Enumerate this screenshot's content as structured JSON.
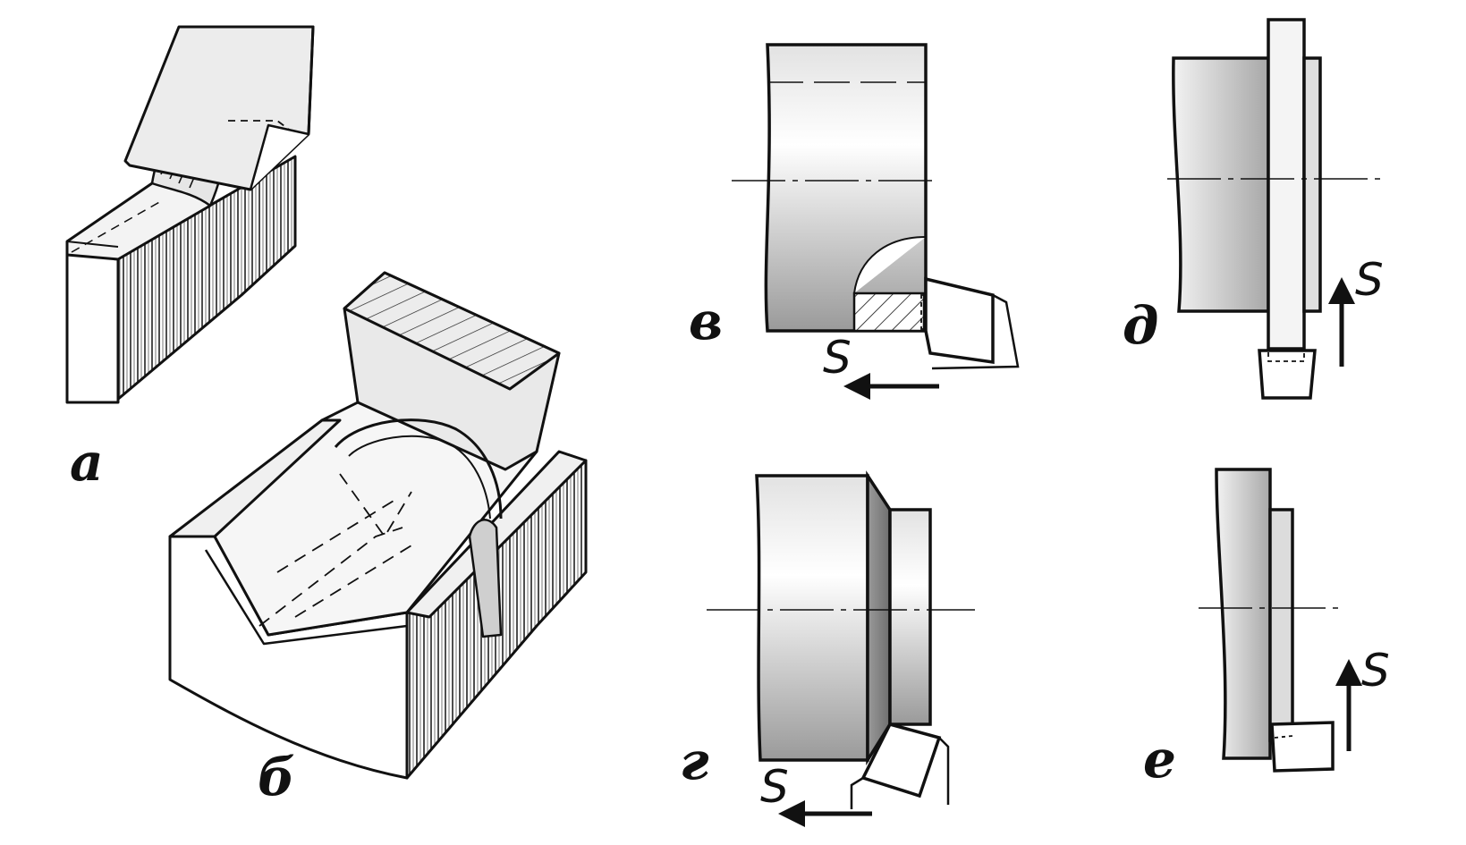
{
  "panels": {
    "a": {
      "label": "а"
    },
    "b": {
      "label": "б"
    },
    "v": {
      "label": "в",
      "feed": "S"
    },
    "g": {
      "label": "г",
      "feed": "S"
    },
    "d": {
      "label": "д",
      "feed": "S"
    },
    "e": {
      "label": "е",
      "feed": "S"
    }
  },
  "colors": {
    "line": "#111111",
    "shade_light": "#f4f4f4",
    "shade_dark": "#8a8a8a"
  }
}
